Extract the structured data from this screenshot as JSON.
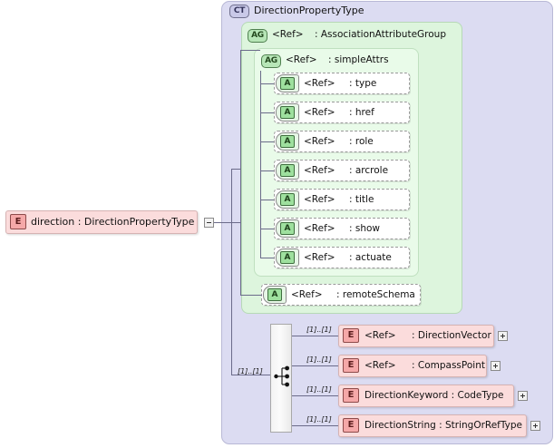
{
  "diagram": {
    "title": "DirectionPropertyType",
    "root_element": {
      "badge": "E",
      "label": "direction : DirectionPropertyType",
      "collapse_icon": "minus-icon"
    },
    "complex_type": {
      "badge": "CT",
      "name": "DirectionPropertyType"
    },
    "attribute_group_outer": {
      "badge": "AG",
      "ref": "<Ref>",
      "name": ": AssociationAttributeGroup"
    },
    "attribute_group_inner": {
      "badge": "AG",
      "ref": "<Ref>",
      "name": ": simpleAttrs"
    },
    "attributes": [
      {
        "badge": "A",
        "ref": "<Ref>",
        "name": ": type"
      },
      {
        "badge": "A",
        "ref": "<Ref>",
        "name": ": href"
      },
      {
        "badge": "A",
        "ref": "<Ref>",
        "name": ": role"
      },
      {
        "badge": "A",
        "ref": "<Ref>",
        "name": ": arcrole"
      },
      {
        "badge": "A",
        "ref": "<Ref>",
        "name": ": title"
      },
      {
        "badge": "A",
        "ref": "<Ref>",
        "name": ": show"
      },
      {
        "badge": "A",
        "ref": "<Ref>",
        "name": ": actuate"
      }
    ],
    "remote_schema": {
      "badge": "A",
      "ref": "<Ref>",
      "name": ": remoteSchema"
    },
    "compositor": {
      "kind": "choice",
      "icon": "choice-icon",
      "cardinality": "[1]..[1]"
    },
    "elements": [
      {
        "badge": "E",
        "ref": "<Ref>",
        "name": ": DirectionVector",
        "cardinality": "[1]..[1]",
        "expand_icon": "plus-icon"
      },
      {
        "badge": "E",
        "ref": "<Ref>",
        "name": ": CompassPoint",
        "cardinality": "[1]..[1]",
        "expand_icon": "plus-icon"
      },
      {
        "badge": "E",
        "ref": "",
        "name": "DirectionKeyword : CodeType",
        "cardinality": "[1]..[1]",
        "expand_icon": "plus-icon"
      },
      {
        "badge": "E",
        "ref": "",
        "name": "DirectionString : StringOrRefType",
        "cardinality": "[1]..[1]",
        "expand_icon": "plus-icon"
      }
    ],
    "colors": {
      "complex_type_fill": "#dcdcf2",
      "attribute_group_fill": "#ddf5dd",
      "attribute_group_inner_fill": "#e9fbe9",
      "element_fill": "#fbdcdc",
      "element_badge": "#f5a8a8",
      "attribute_badge": "#9ee09e",
      "connector": "#6b6b8a"
    }
  }
}
